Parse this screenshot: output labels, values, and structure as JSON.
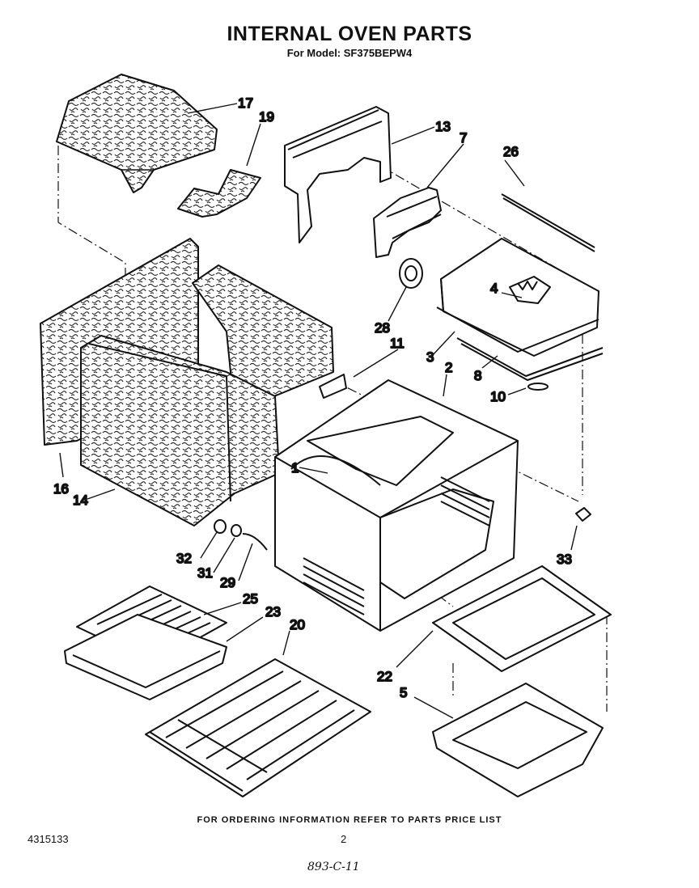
{
  "header": {
    "title": "INTERNAL OVEN PARTS",
    "model_line": "For Model: SF375BEPW4"
  },
  "parts": [
    {
      "id": "17",
      "label": "17"
    },
    {
      "id": "19",
      "label": "19"
    },
    {
      "id": "13",
      "label": "13"
    },
    {
      "id": "7",
      "label": "7"
    },
    {
      "id": "26",
      "label": "26"
    },
    {
      "id": "4",
      "label": "4"
    },
    {
      "id": "28",
      "label": "28"
    },
    {
      "id": "3",
      "label": "3"
    },
    {
      "id": "11",
      "label": "11"
    },
    {
      "id": "2",
      "label": "2"
    },
    {
      "id": "8",
      "label": "8"
    },
    {
      "id": "10",
      "label": "10"
    },
    {
      "id": "1",
      "label": "1"
    },
    {
      "id": "16",
      "label": "16"
    },
    {
      "id": "14",
      "label": "14"
    },
    {
      "id": "32",
      "label": "32"
    },
    {
      "id": "31",
      "label": "31"
    },
    {
      "id": "29",
      "label": "29"
    },
    {
      "id": "33",
      "label": "33"
    },
    {
      "id": "25",
      "label": "25"
    },
    {
      "id": "23",
      "label": "23"
    },
    {
      "id": "20",
      "label": "20"
    },
    {
      "id": "22",
      "label": "22"
    },
    {
      "id": "5",
      "label": "5"
    }
  ],
  "footer": {
    "ordering": "FOR ORDERING INFORMATION REFER TO PARTS PRICE LIST",
    "part_number": "4315133",
    "page": "2",
    "handwritten": "893-C-11"
  }
}
